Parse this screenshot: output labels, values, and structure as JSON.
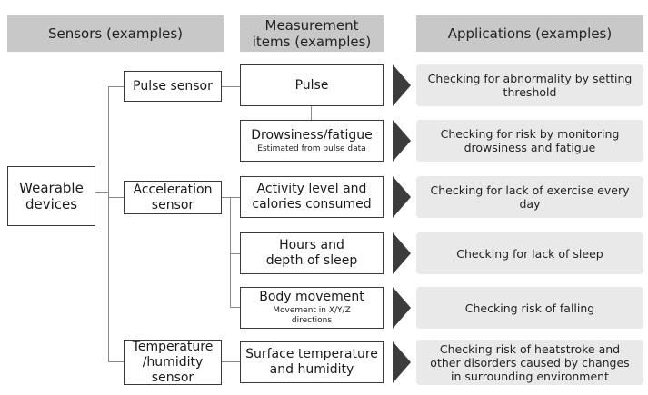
{
  "headers": {
    "sensors": "Sensors (examples)",
    "measurement": "Measurement\nitems (examples)",
    "applications": "Applications (examples)"
  },
  "root": "Wearable\ndevices",
  "sensors": [
    {
      "label": "Pulse sensor"
    },
    {
      "label": "Acceleration\nsensor"
    },
    {
      "label": "Temperature\n/humidity\nsensor"
    }
  ],
  "items": [
    {
      "label": "Pulse",
      "sub": ""
    },
    {
      "label": "Drowsiness/fatigue",
      "sub": "Estimated from pulse data"
    },
    {
      "label": "Activity level and\ncalories consumed",
      "sub": ""
    },
    {
      "label": "Hours and\ndepth of sleep",
      "sub": ""
    },
    {
      "label": "Body movement",
      "sub": "Movement in X/Y/Z\ndirections"
    },
    {
      "label": "Surface temperature\nand humidity",
      "sub": ""
    }
  ],
  "applications": [
    "Checking for abnormality by setting\nthreshold",
    "Checking for risk by monitoring\ndrowsiness and fatigue",
    "Checking for lack of exercise every\nday",
    "Checking for lack of sleep",
    "Checking risk of falling",
    "Checking risk of heatstroke and\nother disorders caused by changes\nin surrounding environment"
  ]
}
